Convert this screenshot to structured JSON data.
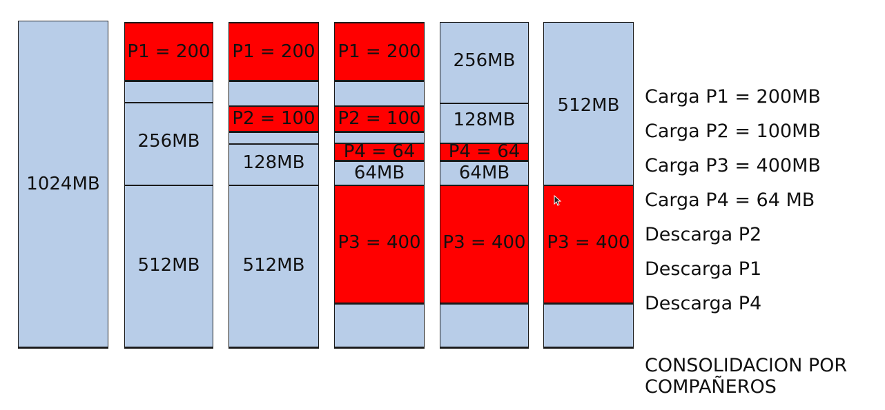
{
  "columns": [
    {
      "labels": [
        "1024MB"
      ]
    },
    {
      "labels": [
        "P1 = 200",
        "256MB",
        "512MB"
      ]
    },
    {
      "labels": [
        "P1 = 200",
        "P2 = 100",
        "128MB",
        "512MB"
      ]
    },
    {
      "labels": [
        "P1 = 200",
        "P2 = 100",
        "P4 = 64",
        "64MB",
        "P3 = 400"
      ]
    },
    {
      "labels": [
        "256MB",
        "128MB",
        "P4 = 64",
        "64MB",
        "P3 = 400"
      ]
    },
    {
      "labels": [
        "512MB",
        "P3 = 400"
      ]
    }
  ],
  "colors": {
    "free": "#b8cde8",
    "allocated": "#ff0000",
    "border": "#1a1a1a"
  },
  "steps": [
    "Carga P1 = 200MB",
    "Carga P2 = 100MB",
    "Carga P3 = 400MB",
    "Carga P4 = 64 MB",
    "Descarga P2",
    "Descarga P1",
    "Descarga P4"
  ],
  "title": {
    "line1": "CONSOLIDACION POR",
    "line2": "COMPAÑEROS"
  }
}
